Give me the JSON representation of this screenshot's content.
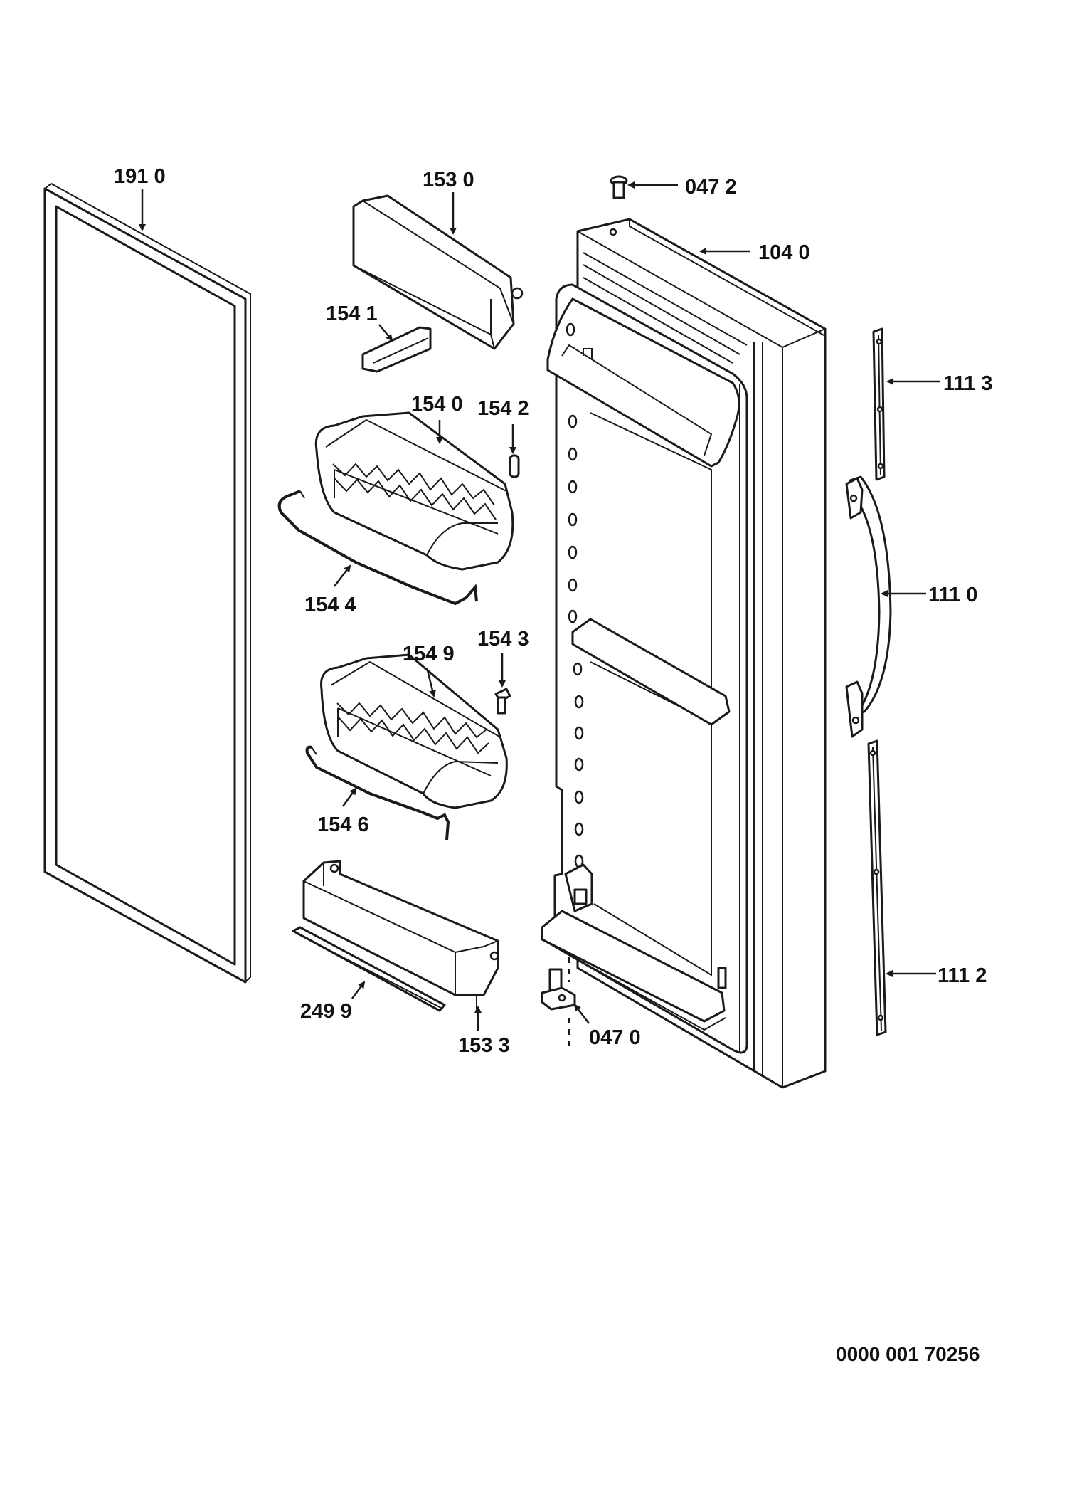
{
  "labels": {
    "gasket": "191 0",
    "dairy_cover": "153 0",
    "dairy_flap": "154 1",
    "upper_bin": "154 0",
    "upper_bin_pin": "154 2",
    "upper_rail": "154 4",
    "lower_clip": "154 3",
    "lower_bin": "154 9",
    "lower_rail": "154 6",
    "bottom_shelf": "153 3",
    "shelf_strip": "249 9",
    "top_pin": "047 2",
    "door": "104 0",
    "upper_trim": "111 3",
    "handle": "111 0",
    "lower_trim": "111 2",
    "bottom_hinge": "047 0"
  },
  "document_number": "0000 001 70256"
}
